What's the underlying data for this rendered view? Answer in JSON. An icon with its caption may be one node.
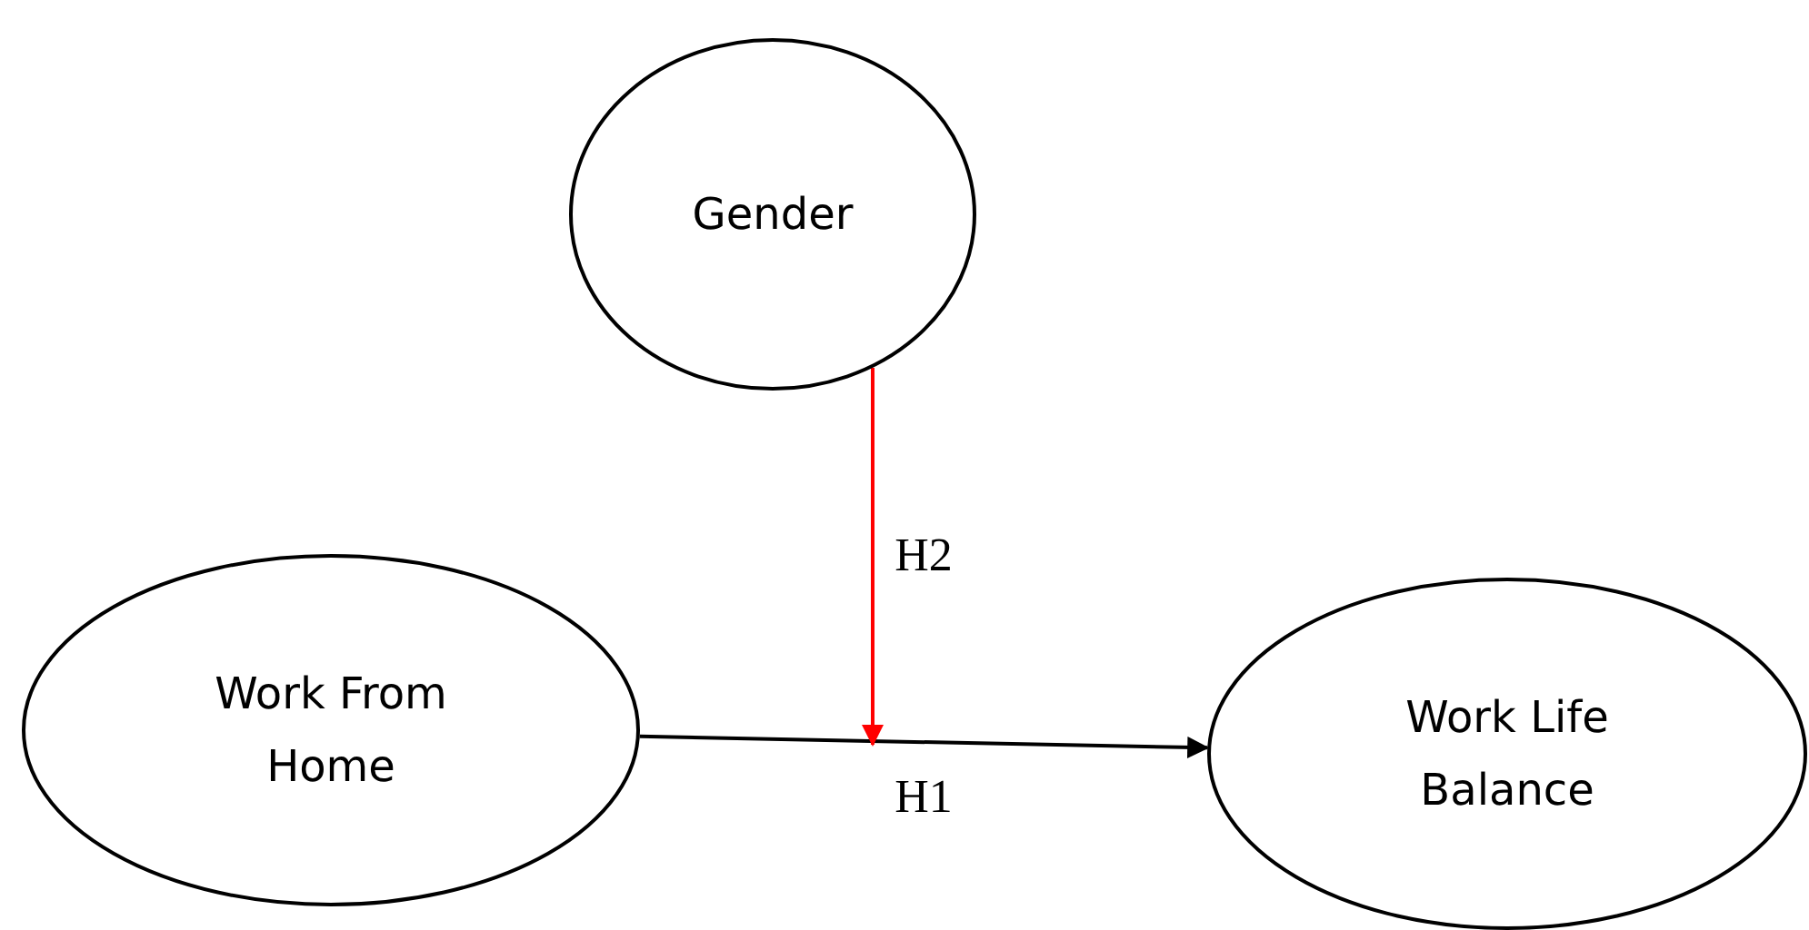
{
  "diagram": {
    "nodes": [
      {
        "text": [
          "Gender"
        ]
      },
      {
        "text": [
          "Work From Home"
        ]
      },
      {
        "text": [
          "Work Life Balance"
        ]
      }
    ],
    "edges": [
      {
        "from": 1,
        "to": 2,
        "arrow": "to",
        "label": "H1"
      },
      {
        "from": 0,
        "to": null,
        "arrow": "to",
        "label": "H2",
        "color": "#ff0000"
      }
    ]
  }
}
